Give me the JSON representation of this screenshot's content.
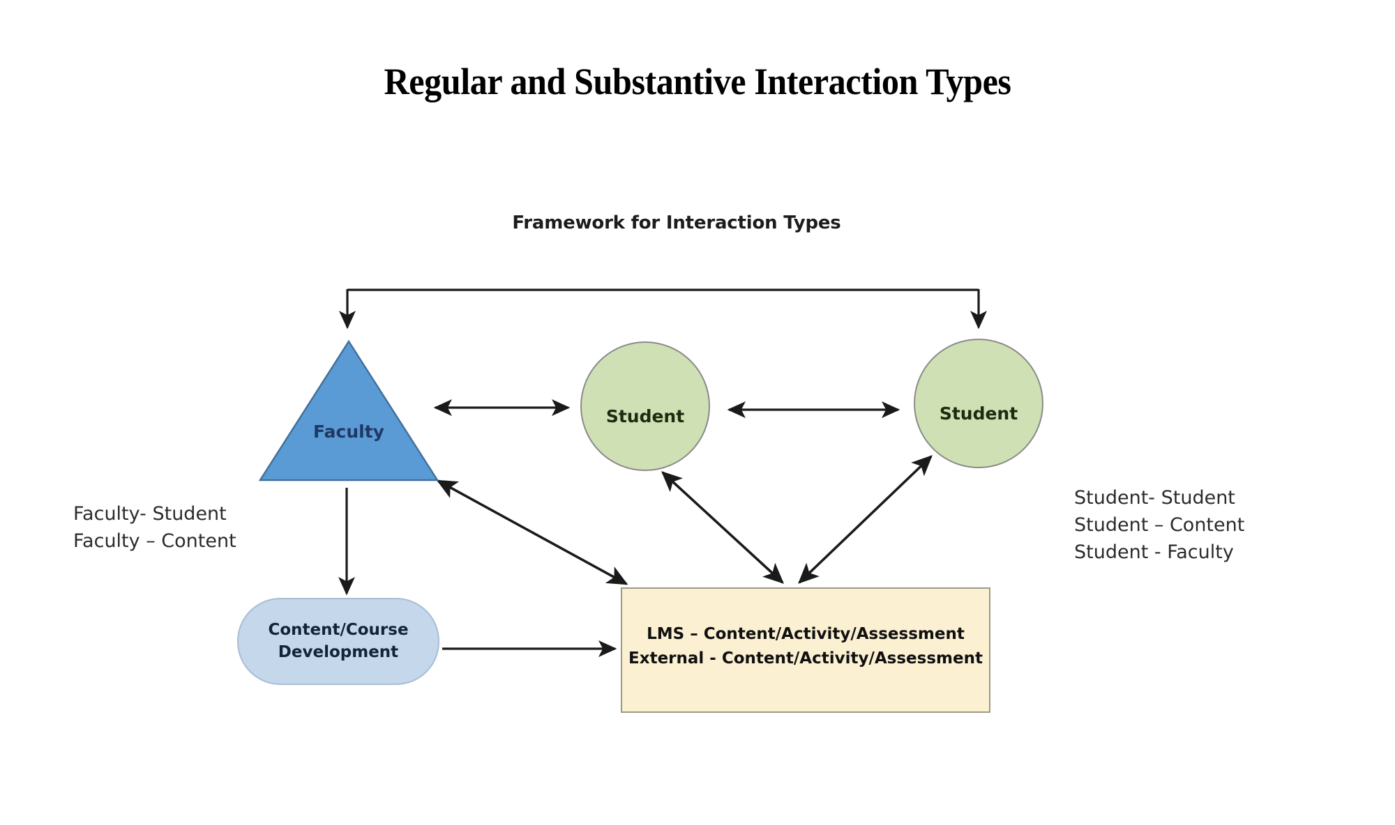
{
  "slide": {
    "title": "Regular and Substantive Interaction Types",
    "background_color": "#ffffff"
  },
  "diagram": {
    "subtitle": "Framework for Interaction Types",
    "nodes": {
      "faculty": {
        "label": "Faculty",
        "shape": "triangle",
        "fill": "#5b9bd5",
        "stroke": "#41719c",
        "text_color": "#1f3864"
      },
      "student_left": {
        "label": "Student",
        "shape": "circle",
        "fill": "#cfe0b4",
        "stroke": "#8a8a8a",
        "text_color": "#1d2b10"
      },
      "student_right": {
        "label": "Student",
        "shape": "circle",
        "fill": "#cfe0b4",
        "stroke": "#8a8a8a",
        "text_color": "#1d2b10"
      },
      "content_development": {
        "label_line_1": "Content/Course",
        "label_line_2": "Development",
        "shape": "rounded-rectangle",
        "fill": "#c5d7ea",
        "stroke": "#a9bdd4",
        "text_color": "#13233a"
      },
      "lms": {
        "label_line_1": "LMS – Content/Activity/Assessment",
        "label_line_2": "External - Content/Activity/Assessment",
        "shape": "rectangle",
        "fill": "#fcf0d2",
        "stroke": "#9a9a86",
        "text_color": "#101010"
      }
    },
    "connectors": {
      "color": "#1a1a1a",
      "items": [
        {
          "name": "faculty-to-student-right-bracket",
          "from": "faculty",
          "to": "student_right",
          "style": "elbow",
          "arrowheads": "both-ends-down"
        },
        {
          "name": "faculty-student-left",
          "from": "faculty",
          "to": "student_left",
          "style": "straight",
          "arrowheads": "double"
        },
        {
          "name": "student-left-student-right",
          "from": "student_left",
          "to": "student_right",
          "style": "straight",
          "arrowheads": "double"
        },
        {
          "name": "faculty-to-content",
          "from": "faculty",
          "to": "content_development",
          "style": "straight",
          "arrowheads": "single"
        },
        {
          "name": "content-to-lms",
          "from": "content_development",
          "to": "lms",
          "style": "straight",
          "arrowheads": "single"
        },
        {
          "name": "faculty-to-lms",
          "from": "faculty",
          "to": "lms",
          "style": "diagonal",
          "arrowheads": "double"
        },
        {
          "name": "student-left-to-lms",
          "from": "student_left",
          "to": "lms",
          "style": "diagonal",
          "arrowheads": "double"
        },
        {
          "name": "student-right-to-lms",
          "from": "student_right",
          "to": "lms",
          "style": "diagonal",
          "arrowheads": "double"
        }
      ]
    }
  },
  "annotations": {
    "left": {
      "name": "faculty-interaction-list",
      "lines": [
        "Faculty- Student",
        "Faculty – Content"
      ]
    },
    "right": {
      "name": "student-interaction-list",
      "lines": [
        "Student- Student",
        "Student – Content",
        "Student - Faculty"
      ]
    }
  }
}
